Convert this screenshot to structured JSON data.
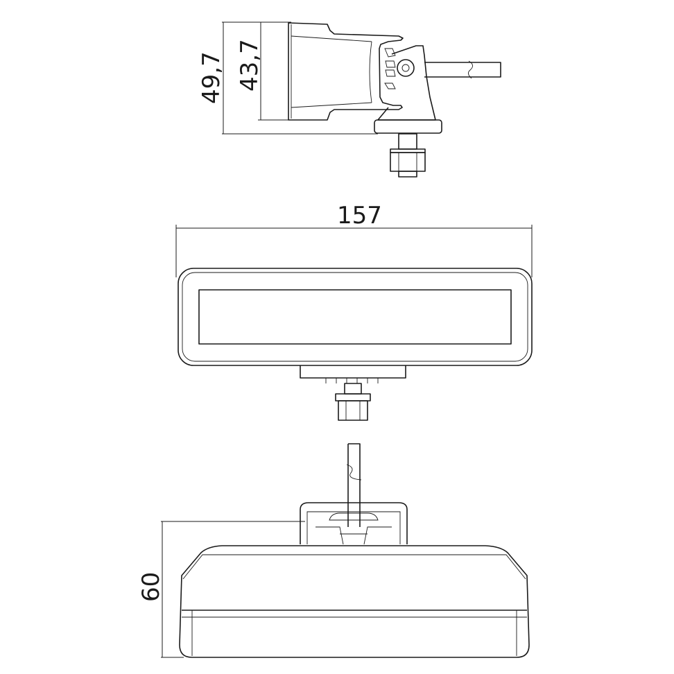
{
  "dimensions": {
    "outer_height": "49,7",
    "lens_height": "43,7",
    "width": "157",
    "total_height": "60"
  },
  "colors": {
    "line": "#1a1a1a",
    "background": "#ffffff"
  }
}
